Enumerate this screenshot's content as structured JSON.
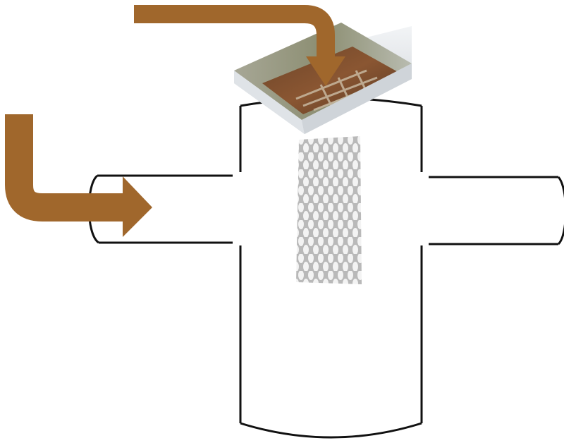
{
  "diagram": {
    "components": [
      {
        "id": "vessel",
        "kind": "cylindrical-tank"
      },
      {
        "id": "inlet-pipe",
        "kind": "pipe",
        "side": "left"
      },
      {
        "id": "outlet-pipe",
        "kind": "pipe",
        "side": "right"
      },
      {
        "id": "perforated-screen",
        "kind": "perforated-plate"
      },
      {
        "id": "grating-lid",
        "kind": "photo-textured-grate"
      },
      {
        "id": "inflow-arrow-side",
        "kind": "flow-arrow",
        "target": "inlet-pipe"
      },
      {
        "id": "inflow-arrow-top",
        "kind": "flow-arrow",
        "target": "grating-lid"
      }
    ],
    "colors": {
      "flow_arrow": "#a0672c",
      "outline": "#111111",
      "screen_fill": "#b8b8b8",
      "screen_holes": "#f4f4f4",
      "lid_rust": "#7a4a2a",
      "lid_grass": "#8f8f6a",
      "lid_edge": "#e6e9ec"
    }
  }
}
